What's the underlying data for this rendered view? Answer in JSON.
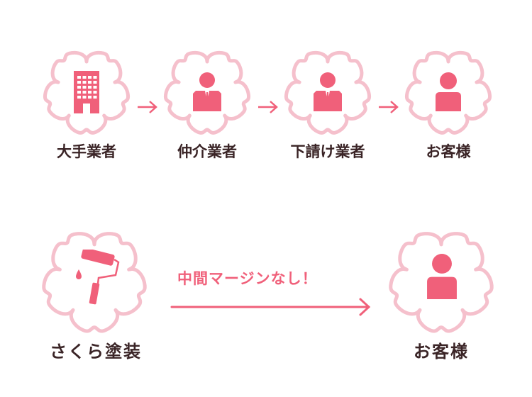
{
  "colors": {
    "petal": "#f5c0cc",
    "accent": "#f0607a",
    "text": "#3a2426"
  },
  "traditional_flow": {
    "steps": [
      {
        "label": "大手業者",
        "icon": "building-icon"
      },
      {
        "label": "仲介業者",
        "icon": "businessman-icon"
      },
      {
        "label": "下請け業者",
        "icon": "businessman-icon"
      },
      {
        "label": "お客様",
        "icon": "customer-icon"
      }
    ]
  },
  "direct_flow": {
    "from": {
      "label": "さくら塗装",
      "icon": "paint-roller-icon"
    },
    "arrow_caption": "中間マージンなし！",
    "to": {
      "label": "お客様",
      "icon": "customer-icon"
    }
  }
}
